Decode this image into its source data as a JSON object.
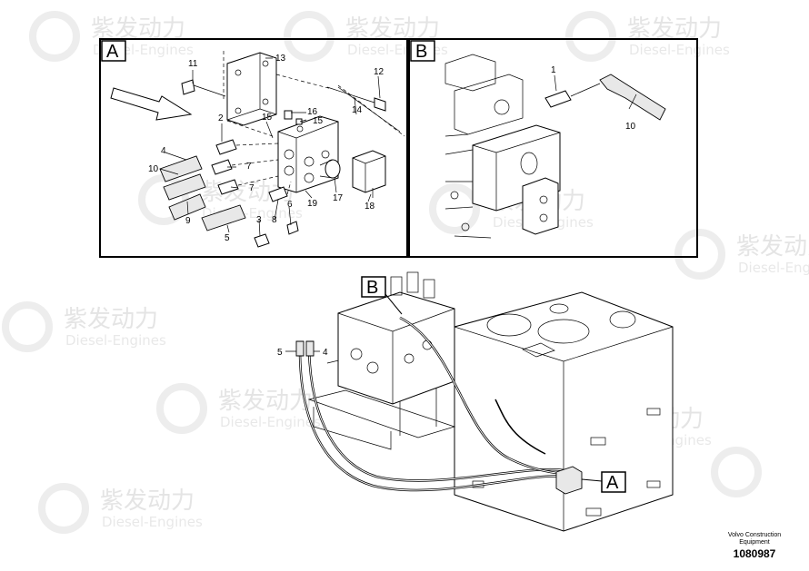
{
  "panels": {
    "left_letter": "A",
    "right_letter": "B",
    "main_callout_b": "B",
    "main_callout_a": "A"
  },
  "callouts_a": [
    "11",
    "13",
    "12",
    "14",
    "2",
    "15",
    "16",
    "15",
    "4",
    "10",
    "7",
    "7",
    "9",
    "3",
    "8",
    "6",
    "5",
    "19",
    "17",
    "18"
  ],
  "callouts_b": [
    "1",
    "10"
  ],
  "callouts_main": [
    "5",
    "4"
  ],
  "footer": {
    "company_line1": "Volvo Construction",
    "company_line2": "Equipment",
    "drawing_number": "1080987"
  },
  "watermark": {
    "brand_cn": "紫发动力",
    "brand_en": "Diesel-Engines"
  }
}
